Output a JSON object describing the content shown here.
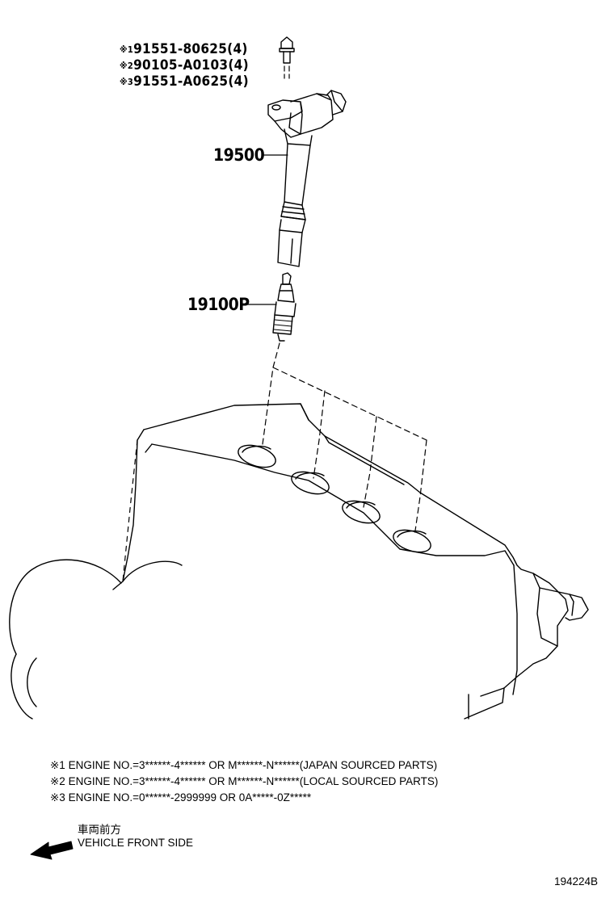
{
  "fasteners": [
    {
      "mark": "※1",
      "part": "91551-80625(4)"
    },
    {
      "mark": "※2",
      "part": "90105-A0103(4)"
    },
    {
      "mark": "※3",
      "part": "91551-A0625(4)"
    }
  ],
  "callouts": {
    "ignition_coil": "19500",
    "spark_plug": "19100P"
  },
  "notes": [
    "※1 ENGINE NO.=3******-4****** OR M******-N******(JAPAN SOURCED PARTS)",
    "※2 ENGINE NO.=3******-4****** OR M******-N******(LOCAL SOURCED PARTS)",
    "※3 ENGINE NO.=0******-2999999 OR 0A*****-0Z*****"
  ],
  "front_side": {
    "japanese": "車両前方",
    "english": "VEHICLE FRONT SIDE"
  },
  "diagram_id": "194224B"
}
